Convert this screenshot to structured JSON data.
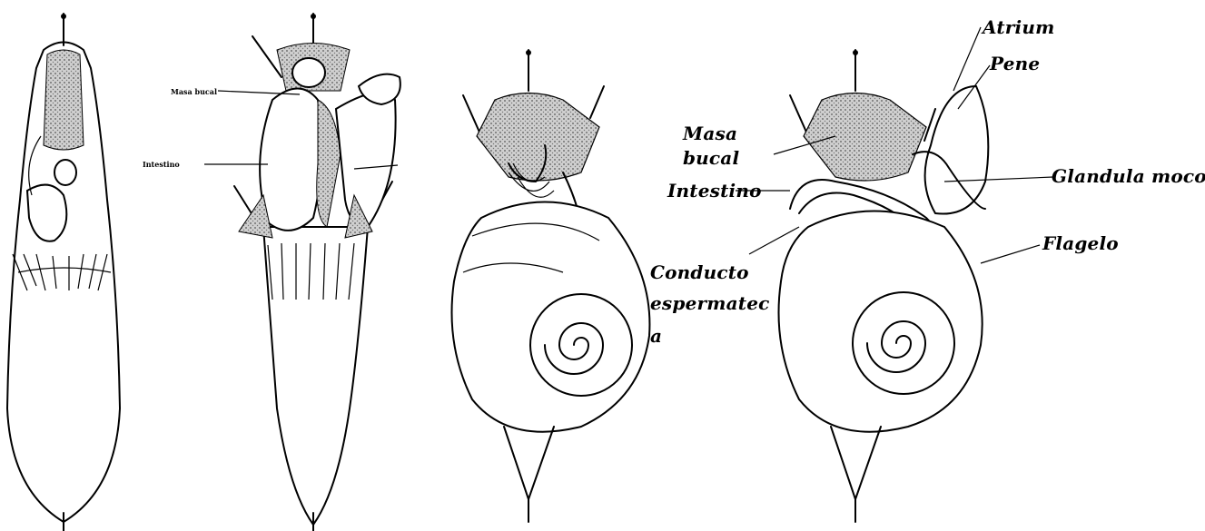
{
  "labels": {
    "masa_bucal_small": "Masa bucal",
    "intestino_small": "Intestino",
    "masa": "Masa",
    "bucal": "bucal",
    "intestino": "Intestino",
    "conducto": "Conducto",
    "espermatec": "espermatec",
    "a": "a",
    "atrium": "Atrium",
    "pene": "Pene",
    "glandula_moco": "Glandula moco",
    "flagelo": "Flagelo"
  },
  "colors": {
    "ink": "#000000",
    "shading": "#bdbdbd",
    "background": "#ffffff"
  }
}
